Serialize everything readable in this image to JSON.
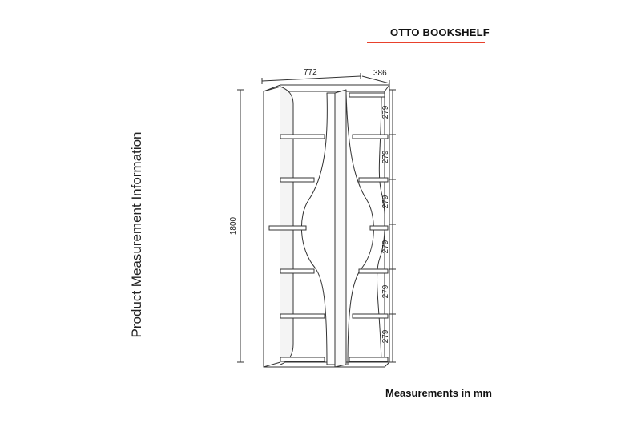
{
  "header": {
    "title": "OTTO BOOKSHELF",
    "accent_color": "#e8412c"
  },
  "side_label": "Product Measurement Information",
  "dimensions": {
    "width": "772",
    "depth": "386",
    "height": "1800",
    "shelf_spacings": [
      "279",
      "279",
      "279",
      "279",
      "279",
      "279"
    ]
  },
  "footer": {
    "units": "Measurements in mm"
  }
}
